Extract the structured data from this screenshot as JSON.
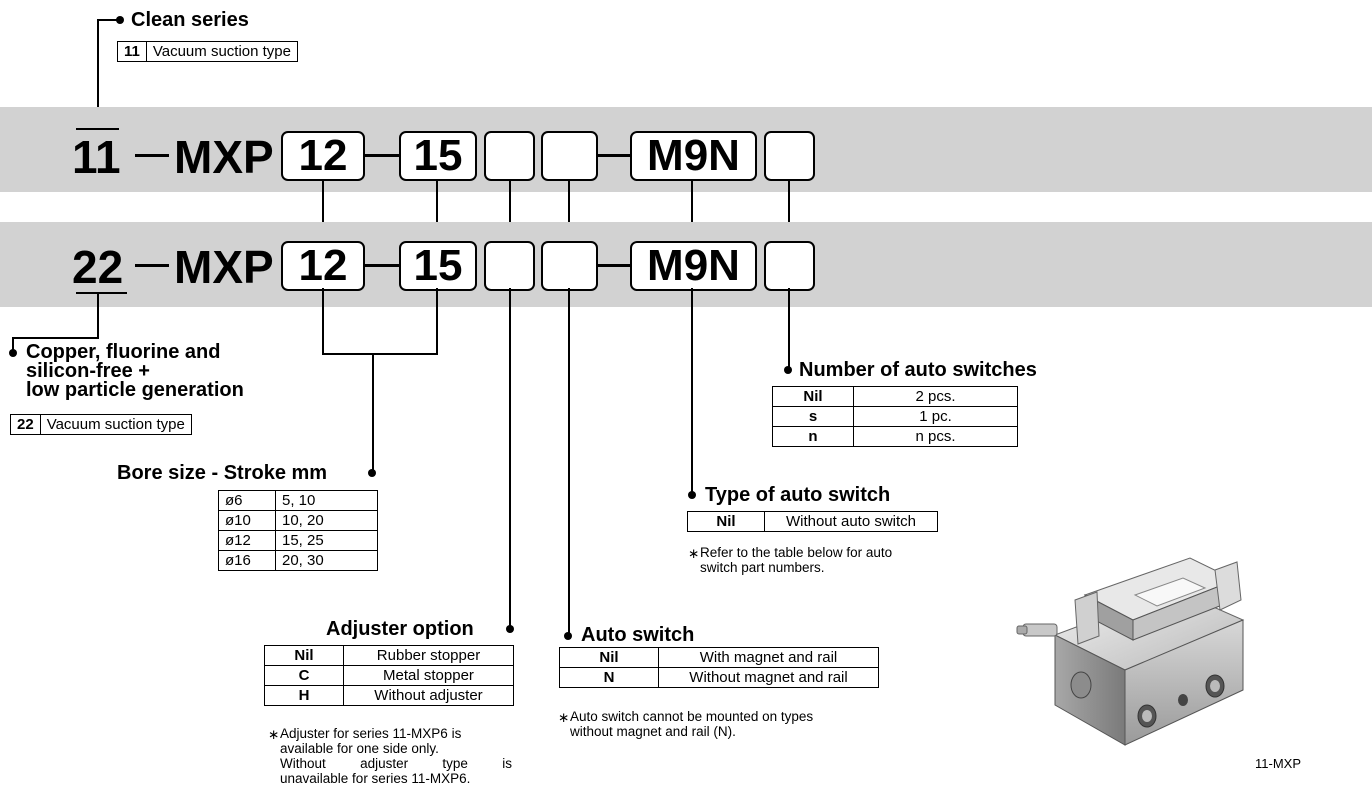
{
  "clean_series": {
    "heading": "Clean series",
    "code": "11",
    "desc": "Vacuum suction type"
  },
  "row1": {
    "series": "11",
    "model": "MXP",
    "bore": "12",
    "stroke": "15",
    "blank1": "",
    "blank2": "",
    "switch": "M9N",
    "blank3": ""
  },
  "row2": {
    "series": "22",
    "model": "MXP",
    "bore": "12",
    "stroke": "15",
    "blank1": "",
    "blank2": "",
    "switch": "M9N",
    "blank3": ""
  },
  "copper_series": {
    "heading_line1": "Copper, fluorine and",
    "heading_line2": "silicon-free +",
    "heading_line3": "low particle generation",
    "code": "22",
    "desc": "Vacuum suction type"
  },
  "bore_stroke": {
    "heading": "Bore size - Stroke mm",
    "rows": [
      {
        "bore": "ø6",
        "strokes": "5, 10"
      },
      {
        "bore": "ø10",
        "strokes": "10, 20"
      },
      {
        "bore": "ø12",
        "strokes": "15, 25"
      },
      {
        "bore": "ø16",
        "strokes": "20, 30"
      }
    ]
  },
  "adjuster_option": {
    "heading": "Adjuster option",
    "rows": [
      {
        "code": "Nil",
        "desc": "Rubber stopper"
      },
      {
        "code": "C",
        "desc": "Metal stopper"
      },
      {
        "code": "H",
        "desc": "Without adjuster"
      }
    ],
    "note_mark": "∗",
    "note_line1": "Adjuster for series 11-MXP6 is",
    "note_line2": "available for one side only.",
    "note_line3": "Without adjuster type is",
    "note_line4": "unavailable for series 11-MXP6."
  },
  "auto_switch": {
    "heading": "Auto switch",
    "rows": [
      {
        "code": "Nil",
        "desc": "With magnet and rail"
      },
      {
        "code": "N",
        "desc": "Without magnet and rail"
      }
    ],
    "note_mark": "∗",
    "note_line1": "Auto switch cannot be mounted on types",
    "note_line2": "without magnet and rail (N)."
  },
  "switch_type": {
    "heading": "Type of auto switch",
    "rows": [
      {
        "code": "Nil",
        "desc": "Without auto switch"
      }
    ],
    "note_mark": "∗",
    "note_line1": "Refer to the table below for auto",
    "note_line2": "switch part numbers."
  },
  "switch_count": {
    "heading": "Number of auto switches",
    "rows": [
      {
        "code": "Nil",
        "desc": "2 pcs."
      },
      {
        "code": "s",
        "desc": "1 pc."
      },
      {
        "code": "n",
        "desc": "n pcs."
      }
    ]
  },
  "product": {
    "caption": "11-MXP"
  },
  "colors": {
    "band": "#d2d2d2",
    "text": "#000000"
  }
}
